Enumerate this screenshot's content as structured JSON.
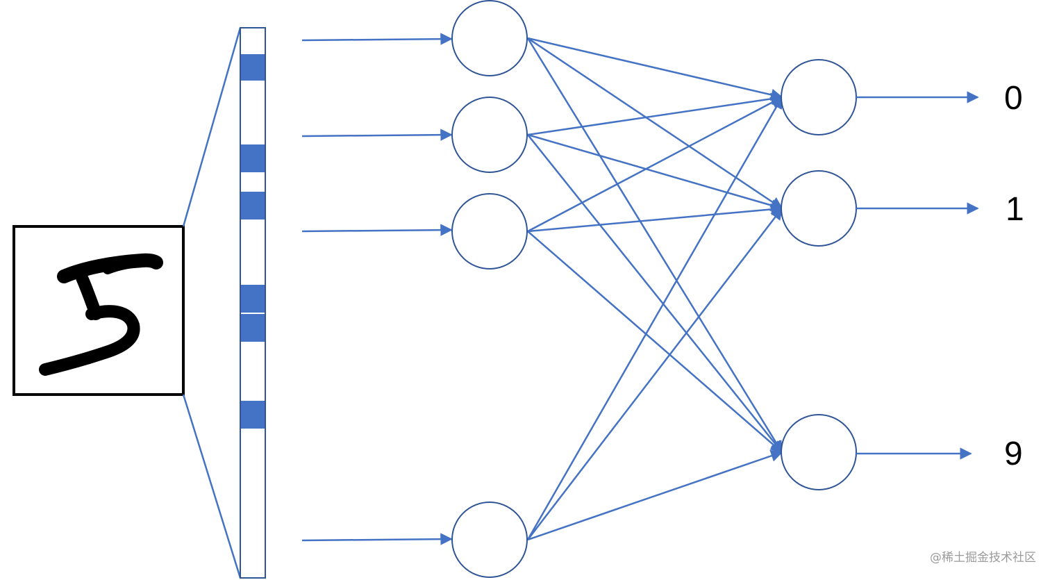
{
  "colors": {
    "connection": "#4472C4",
    "pixel_fill": "#4472C4",
    "node_stroke": "#2F5597",
    "digit_border": "#000000",
    "ink": "#000000"
  },
  "input_image": {
    "digit": "5",
    "icon": "handwritten-digit-5"
  },
  "layers": {
    "input_vector": {
      "highlighted_cells": 6
    },
    "hidden": {
      "node_count": 4
    },
    "output": {
      "node_count": 3
    }
  },
  "outputs": {
    "label_0": "0",
    "label_1": "1",
    "label_9": "9"
  },
  "watermark": {
    "text": "@稀土掘金技术社区"
  }
}
